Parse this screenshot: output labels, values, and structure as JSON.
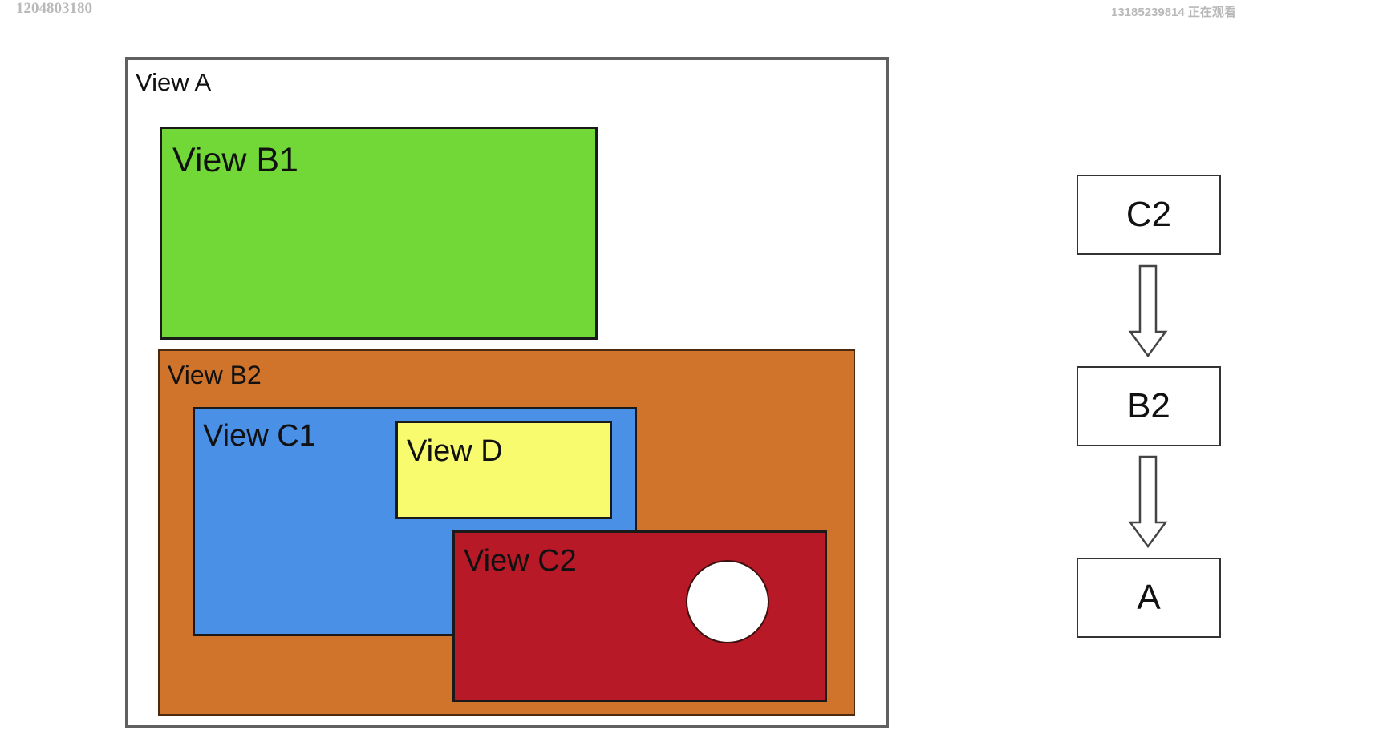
{
  "watermarks": {
    "left": "1204803180",
    "right": "13185239814 正在观看"
  },
  "diagram": {
    "views": {
      "a": {
        "label": "View A",
        "color": "#ffffff"
      },
      "b1": {
        "label": "View B1",
        "color": "#72d837"
      },
      "b2": {
        "label": "View B2",
        "color": "#d0732b"
      },
      "c1": {
        "label": "View C1",
        "color": "#4a90e6"
      },
      "d": {
        "label": "View D",
        "color": "#f9fb6e"
      },
      "c2": {
        "label": "View C2",
        "color": "#b71927"
      }
    },
    "chain": [
      {
        "label": "C2"
      },
      {
        "label": "B2"
      },
      {
        "label": "A"
      }
    ]
  }
}
